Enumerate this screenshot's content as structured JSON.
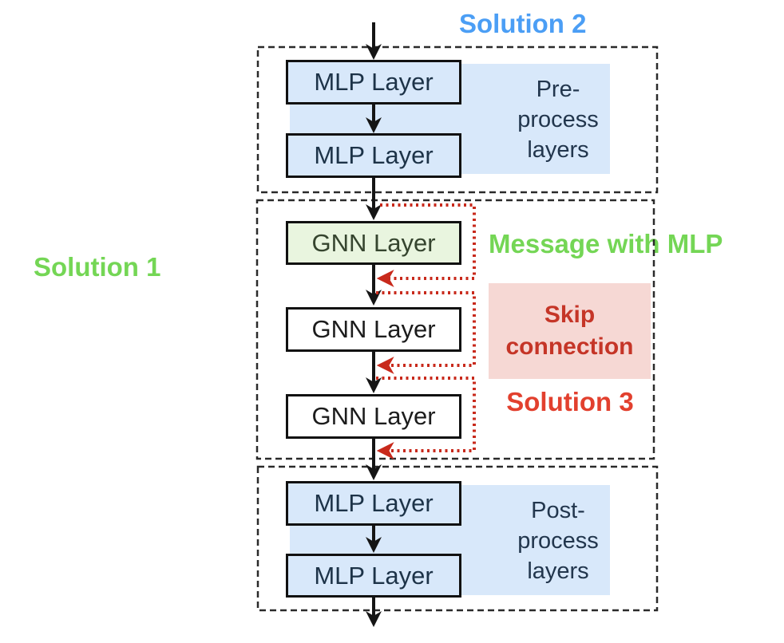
{
  "labels": {
    "solution1": "Solution 1",
    "solution2": "Solution 2",
    "solution3": "Solution 3",
    "message_with_mlp": "Message with MLP",
    "skip": {
      "line1": "Skip",
      "line2": "connection"
    }
  },
  "sections": {
    "pre": {
      "note_lines": [
        "Pre-",
        "process",
        "layers"
      ],
      "layers": [
        "MLP Layer",
        "MLP Layer"
      ]
    },
    "gnn": {
      "layers": [
        "GNN Layer",
        "GNN Layer",
        "GNN Layer"
      ]
    },
    "post": {
      "note_lines": [
        "Post-",
        "process",
        "layers"
      ],
      "layers": [
        "MLP Layer",
        "MLP Layer"
      ]
    }
  },
  "colors": {
    "solution_blue": "#4b9ef5",
    "solution_green": "#74d655",
    "solution_red": "#e2402e",
    "skip_text_red": "#c53527",
    "skip_box_pink": "#f6d8d4",
    "highlight_blue": "#d8e8fa",
    "gnn_highlight_green": "#e9f5df",
    "note_text_navy": "#22364d",
    "flow_arrow_black": "#151515",
    "skip_arrow_red": "#c8291b"
  }
}
